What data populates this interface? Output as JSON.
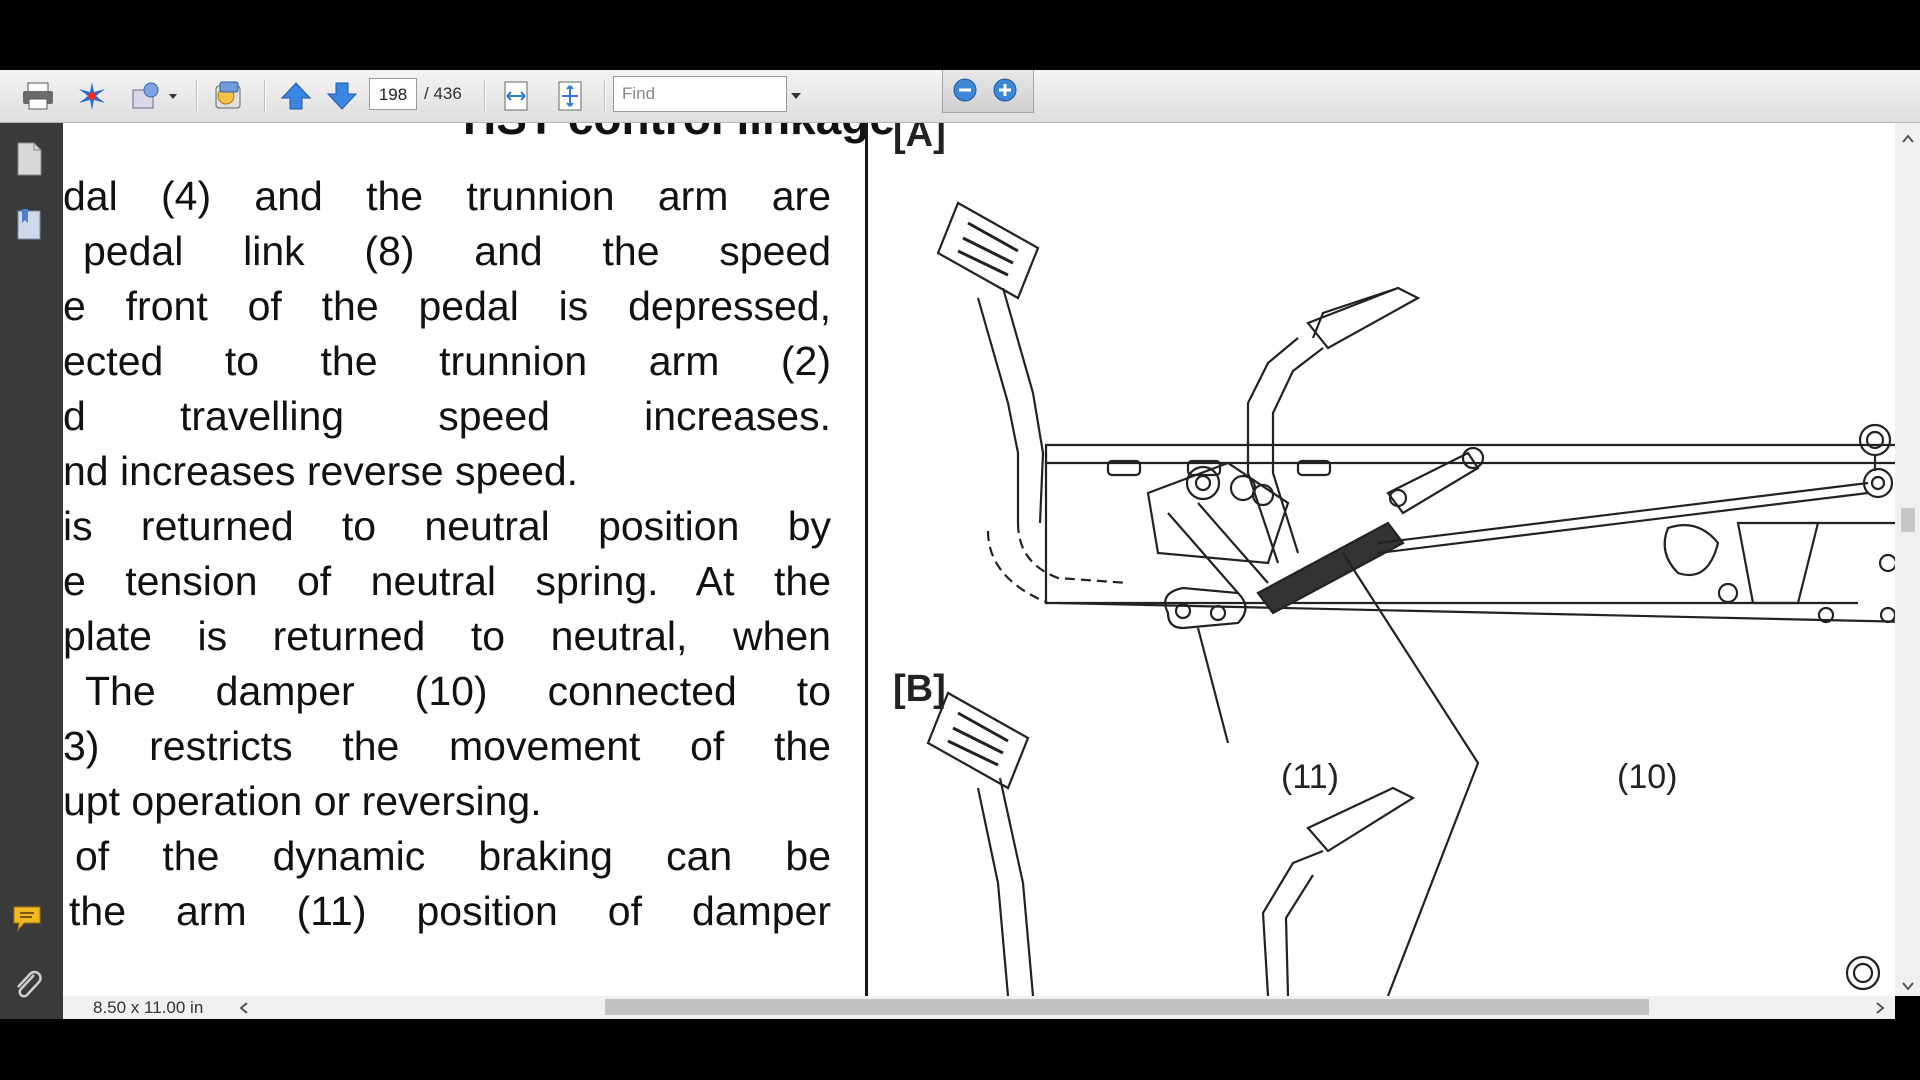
{
  "toolbar": {
    "page_current": "198",
    "page_total": "/ 436",
    "find_placeholder": "Find"
  },
  "statusbar": {
    "page_size": "8.50 x 11.00 in"
  },
  "document": {
    "heading_fragment": "HST control linkage",
    "text_lines": [
      "dal (4) and the trunnion arm are",
      "pedal link (8) and the speed",
      "e front of the pedal is depressed,",
      "ected to the trunnion arm (2)",
      "d travelling speed increases.",
      "nd increases reverse speed.",
      "is returned to neutral position by",
      "e tension of neutral spring. At the",
      "plate is returned to neutral, when",
      "The damper (10) connected to",
      "3) restricts the movement of the",
      "upt operation or reversing.",
      "of the dynamic braking can be",
      "the arm (11) position of damper"
    ],
    "figure": {
      "label_a": "[A]",
      "label_b": "[B]",
      "callout_11": "(11)",
      "callout_10": "(10)"
    }
  },
  "colors": {
    "toolbar_bg": "#e6e6e6",
    "nav_bg": "#3a3a3a",
    "page_bg": "#ffffff",
    "accent_blue": "#2f7bd6"
  }
}
